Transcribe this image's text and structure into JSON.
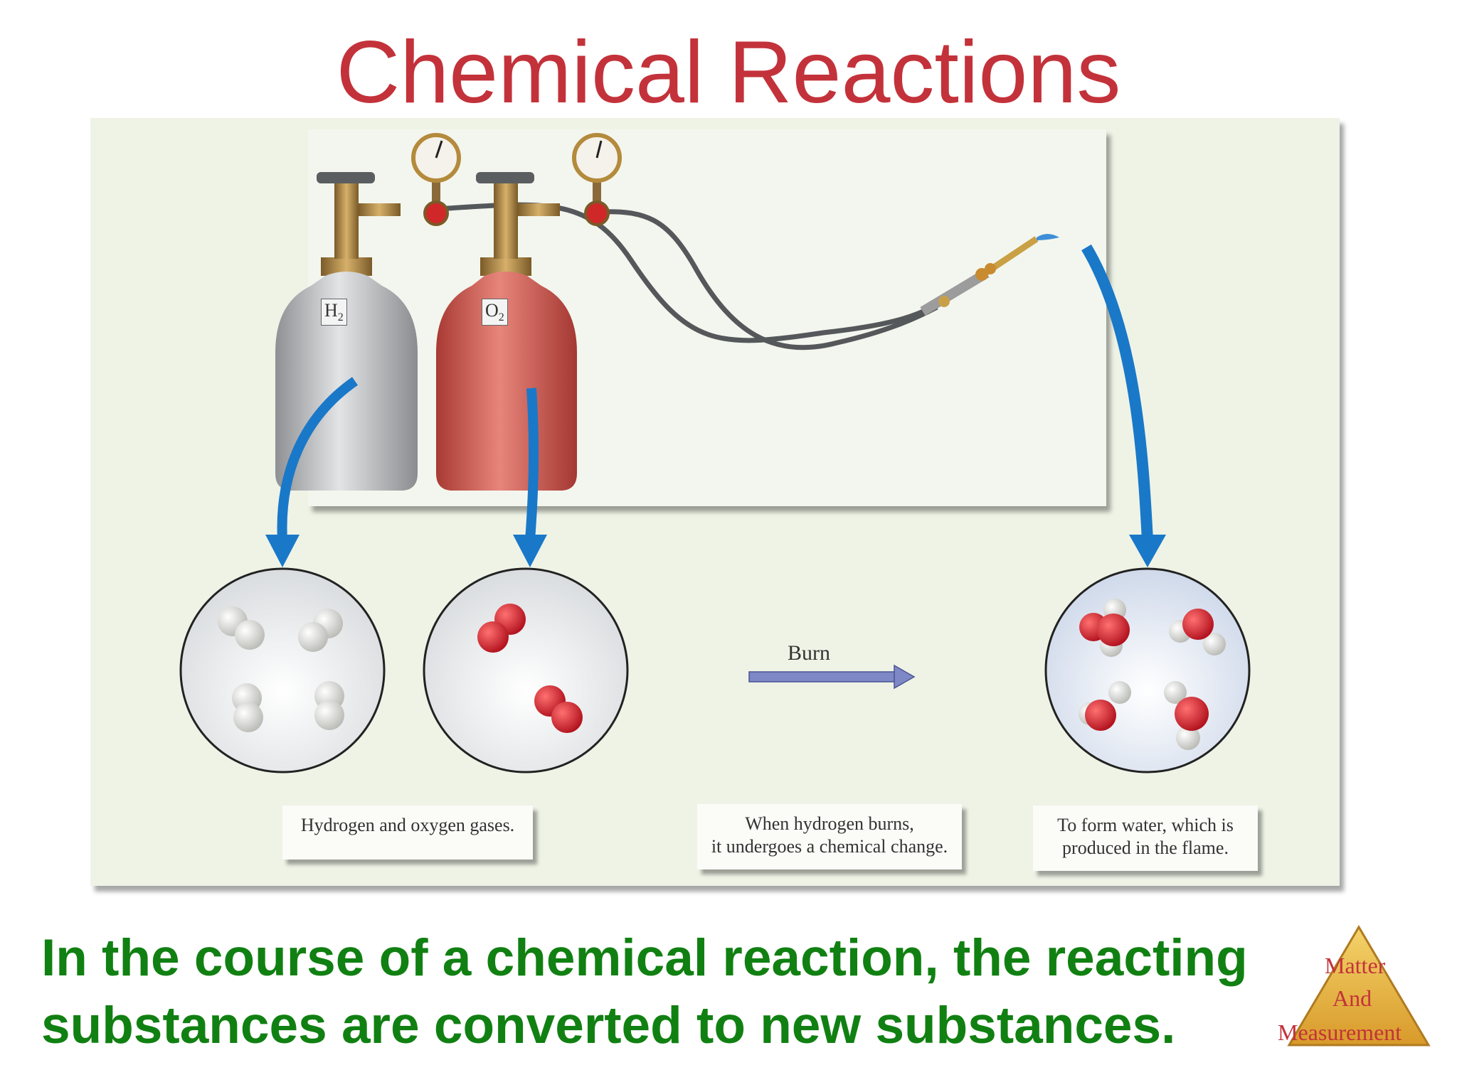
{
  "slide": {
    "title": "Chemical Reactions",
    "body_line_1": "In the course of a chemical reaction, the reacting",
    "body_line_2": "substances are converted to new substances."
  },
  "figure": {
    "tank_h2_label": "H",
    "tank_h2_sub": "2",
    "tank_o2_label": "O",
    "tank_o2_sub": "2",
    "arrow_label": "Burn",
    "caption_reactants": "Hydrogen and oxygen gases.",
    "caption_change_line_1": "When hydrogen burns,",
    "caption_change_line_2": "it undergoes a chemical change.",
    "caption_product_line_1": "To form water, which is",
    "caption_product_line_2": "produced in the flame."
  },
  "logo": {
    "line_1": "Matter",
    "line_2": "And",
    "line_3": "Measurement"
  },
  "colors": {
    "title": "#c3323a",
    "body_text": "#118012",
    "h2_tank": "#c4c6c9",
    "o2_tank": "#cf5a52",
    "arrow_blue": "#1a78c8",
    "oxygen_atom": "#d0202e",
    "hydrogen_atom": "#e2e2de"
  }
}
